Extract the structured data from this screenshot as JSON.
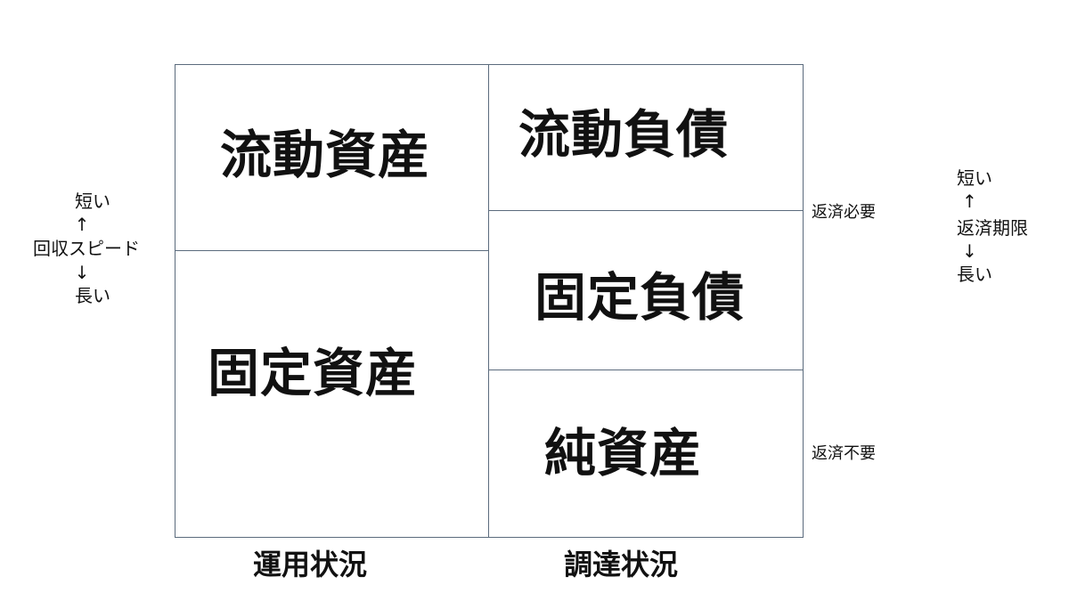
{
  "diagram": {
    "left": {
      "top_asset": "流動資産",
      "bottom_asset": "固定資産",
      "column_label": "運用状況"
    },
    "right": {
      "top_liability": "流動負債",
      "middle_liability": "固定負債",
      "bottom_equity": "純資産",
      "column_label": "調達状況"
    },
    "left_axis": {
      "top": "短い",
      "arrow_up": "↑",
      "label": "回収スピード",
      "arrow_down": "↓",
      "bottom": "長い"
    },
    "right_axis": {
      "top": "短い",
      "arrow_up": "↑",
      "label": "返済期限",
      "arrow_down": "↓",
      "bottom": "長い"
    },
    "notes": {
      "repayment_required": "返済必要",
      "repayment_not_required": "返済不要"
    }
  }
}
